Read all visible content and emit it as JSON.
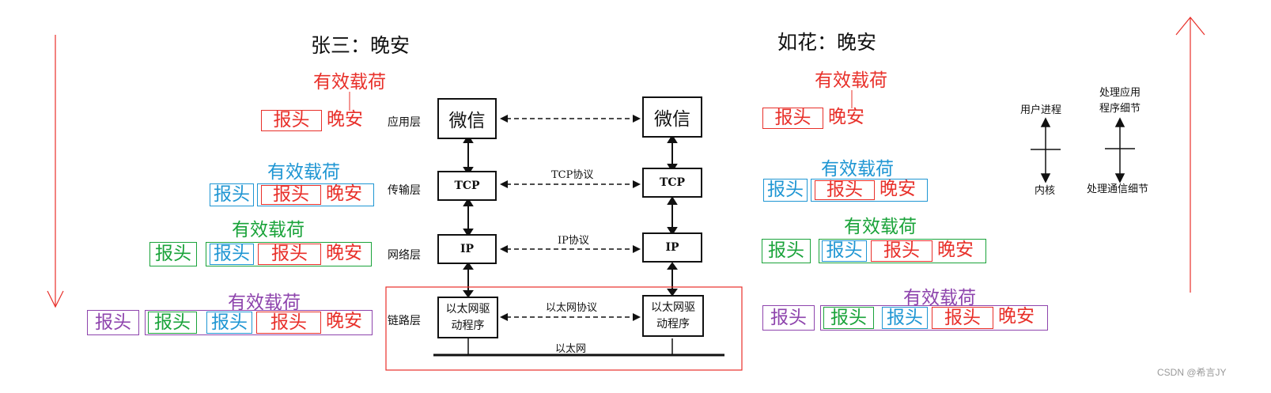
{
  "colors": {
    "app": "#e8302a",
    "transport": "#1f96d3",
    "network": "#1aa33a",
    "link": "#8e44ad",
    "arrow": "#e8302a",
    "ink": "#111111",
    "watermark": "#999999"
  },
  "labels": {
    "header": "报头",
    "payload": "有效载荷",
    "message": "晚安"
  },
  "sender": {
    "speaker": "张三：晚安"
  },
  "receiver": {
    "speaker": "如花：晚安"
  },
  "stack": {
    "layers": [
      "应用层",
      "传输层",
      "网络层",
      "链路层"
    ],
    "left_nodes": [
      "微信",
      "TCP",
      "IP",
      "以太网驱动程序"
    ],
    "right_nodes": [
      "微信",
      "TCP",
      "IP",
      "以太网驱动程序"
    ],
    "protocols": [
      "TCP协议",
      "IP协议",
      "以太网协议"
    ],
    "medium": "以太网"
  },
  "side_notes": {
    "user_process": "用户进程",
    "kernel": "内核",
    "app_detail": "处理应用程序细节",
    "comm_detail": "处理通信细节"
  },
  "watermark": "CSDN @希言JY"
}
